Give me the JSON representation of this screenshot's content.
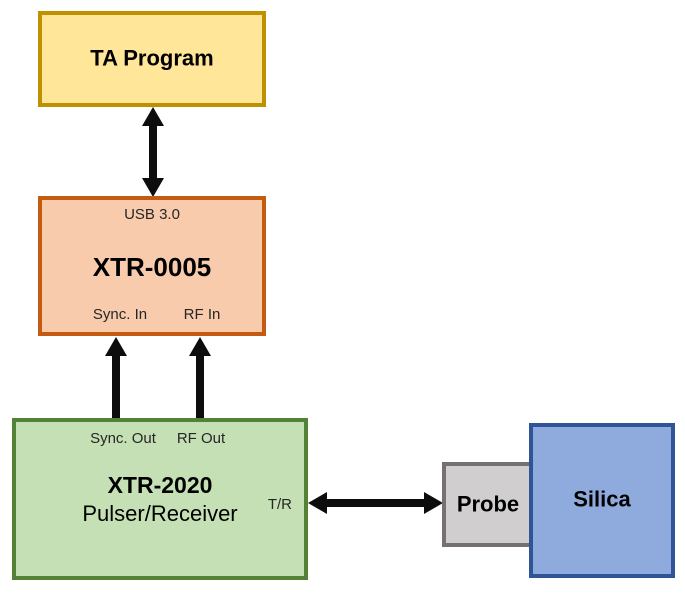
{
  "diagram": {
    "arrow_color": "#0d0d0d",
    "nodes": {
      "ta_program": {
        "label": "TA Program",
        "fill": "#FFE699",
        "border": "#BF9000"
      },
      "xtr_0005": {
        "title": "XTR-0005",
        "ports": {
          "usb": "USB 3.0",
          "sync_in": "Sync. In",
          "rf_in": "RF In"
        },
        "fill": "#F8CBAD",
        "border": "#C55A11"
      },
      "xtr_2020": {
        "title": "XTR-2020",
        "subtitle": "Pulser/Receiver",
        "ports": {
          "sync_out": "Sync. Out",
          "rf_out": "RF Out",
          "tr": "T/R"
        },
        "fill": "#C5E0B4",
        "border": "#538135"
      },
      "probe": {
        "label": "Probe",
        "fill": "#D0CECE",
        "border": "#767171"
      },
      "silica": {
        "label": "Silica",
        "fill": "#8FAADC",
        "border": "#2F5597"
      }
    },
    "connections": [
      {
        "from": "TA Program",
        "to": "XTR-0005 (USB 3.0)",
        "style": "bidirectional"
      },
      {
        "from": "XTR-2020 (Sync. Out)",
        "to": "XTR-0005 (Sync. In)",
        "style": "one-way"
      },
      {
        "from": "XTR-2020 (RF Out)",
        "to": "XTR-0005 (RF In)",
        "style": "one-way"
      },
      {
        "from": "XTR-2020 (T/R)",
        "to": "Probe",
        "style": "bidirectional"
      }
    ]
  }
}
